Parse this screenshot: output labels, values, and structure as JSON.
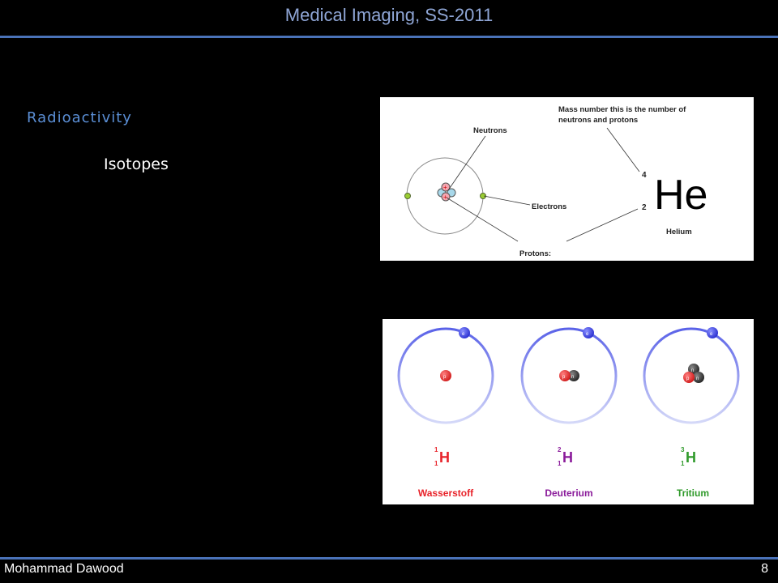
{
  "header": {
    "title": "Medical Imaging, SS-2011"
  },
  "content": {
    "section_title": "Radioactivity",
    "subitem": "Isotopes"
  },
  "footer": {
    "author": "Mohammad Dawood",
    "page_number": "8"
  },
  "figure_helium": {
    "mass_label": "Mass number this is the number of",
    "mass_label_2": "neutrons and protons",
    "neutrons_label": "Neutrons",
    "electrons_label": "Electrons",
    "protons_label": "Protons:",
    "mass_number": "4",
    "atomic_number": "2",
    "symbol": "He",
    "element_name": "Helium"
  },
  "figure_hydrogen": {
    "electron_glyph": "e",
    "proton_glyph": "p",
    "neutron_glyph": "n",
    "isotopes": [
      {
        "mass": "1",
        "z": "1",
        "symbol": "H",
        "name": "Wasserstoff",
        "color": "#e8232a"
      },
      {
        "mass": "2",
        "z": "1",
        "symbol": "H",
        "name": "Deuterium",
        "color": "#8a1a9a"
      },
      {
        "mass": "3",
        "z": "1",
        "symbol": "H",
        "name": "Tritium",
        "color": "#2f9a2a"
      }
    ]
  }
}
